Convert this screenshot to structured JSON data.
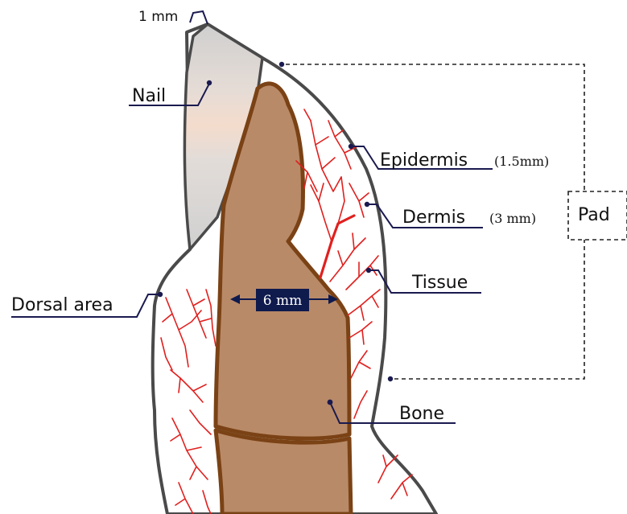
{
  "labels": {
    "nail_thickness": "1 mm",
    "nail": "Nail",
    "epidermis": "Epidermis",
    "epidermis_size": "(1.5mm)",
    "dermis": "Dermis",
    "dermis_size": "(3 mm)",
    "tissue": "Tissue",
    "dorsal_area": "Dorsal area",
    "bone": "Bone",
    "bone_width": "6 mm",
    "pad": "Pad"
  },
  "colors": {
    "skin_outline": "#4a4a4a",
    "skin_fill": "#ffffff",
    "nail_fill": "#d8d8d8",
    "nail_highlight": "#f2d9c8",
    "bone_fill": "#b98a68",
    "bone_outline": "#7a4215",
    "vessels": "#e0201e",
    "leader_lines": "#1a1a50",
    "measure_box": "#0f1a4d"
  }
}
